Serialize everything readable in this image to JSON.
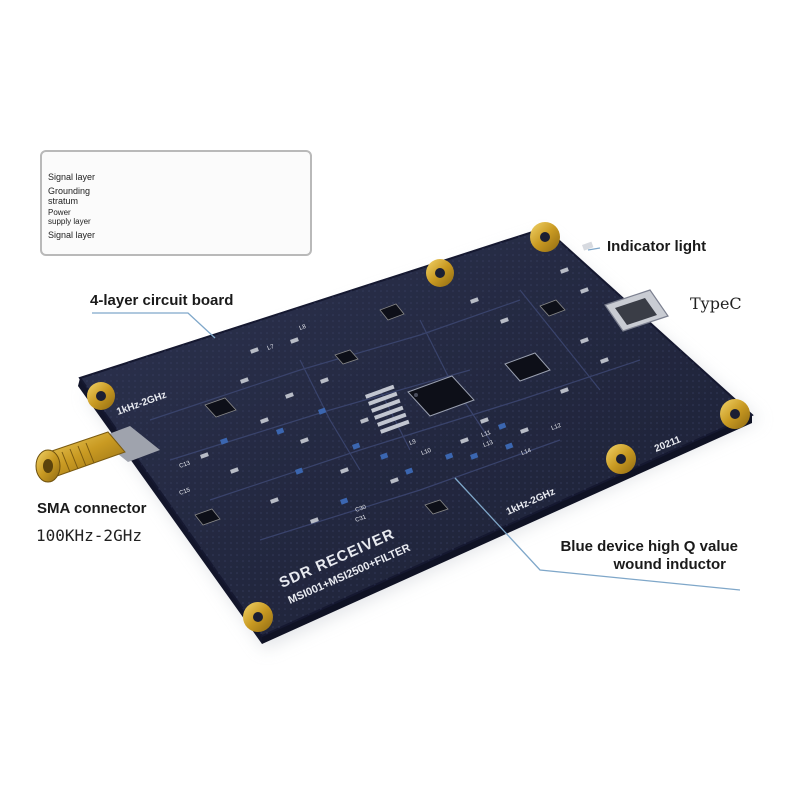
{
  "callouts": {
    "indicator_light": "Indicator light",
    "typec": "TypeC",
    "four_layer": "4-layer circuit board",
    "sma_connector": "SMA connector",
    "sma_range": "100KHz-2GHz",
    "inductor_line1": "Blue device high Q value",
    "inductor_line2": "wound inductor"
  },
  "layer_inset": {
    "labels": [
      "Signal layer",
      "Grounding",
      "stratum",
      "Power",
      "supply layer",
      "Signal layer"
    ]
  },
  "board_silkscreen": {
    "title": "SDR RECEIVER",
    "subtitle": "MSI001+MSI2500+FILTER",
    "range_left": "1kHz-2GHz",
    "range_right": "1kHz-2GHz",
    "date_code": "20211",
    "refs": [
      "L11",
      "L12",
      "L13",
      "L14",
      "L7",
      "L8",
      "C30",
      "C31",
      "C13",
      "C15",
      "L9",
      "L10"
    ]
  },
  "colors": {
    "board": "#252b45",
    "board_edge": "#171a2c",
    "gold": "#d4a62a",
    "callout_line": "#7fa7c9",
    "inductor_blue": "#3b66b0"
  }
}
